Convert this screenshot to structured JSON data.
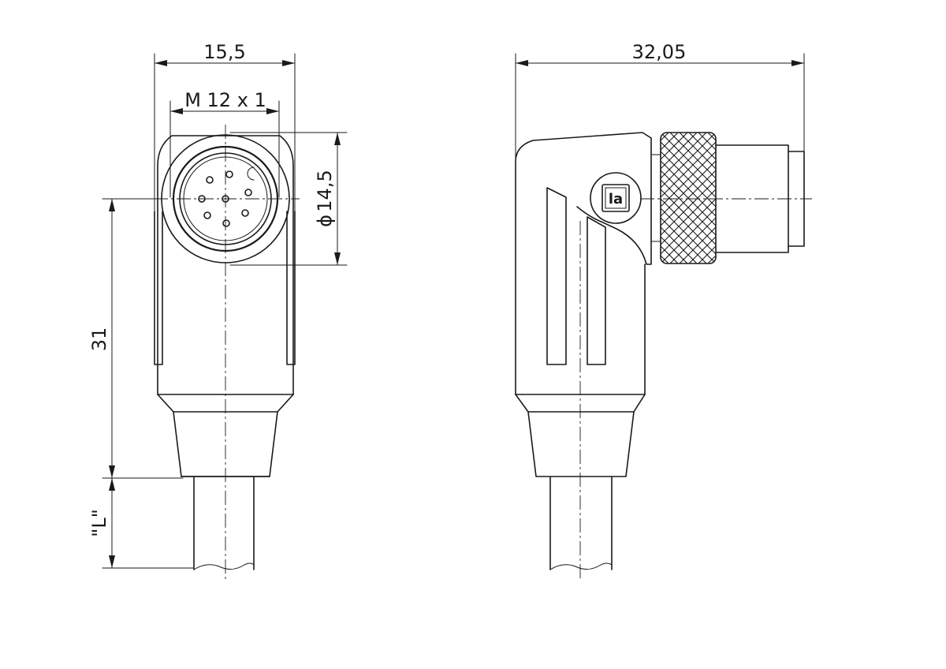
{
  "dimensions": {
    "width_front": "15,5",
    "thread": "M 12 x 1",
    "diameter": "14,5",
    "diameter_symbol": "ϕ",
    "height": "31",
    "length": "\"L\"",
    "width_side": "32,05"
  },
  "logo": {
    "text": "la"
  }
}
